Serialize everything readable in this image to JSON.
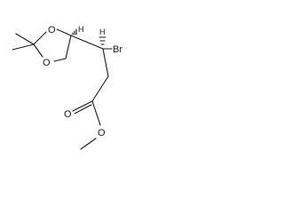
{
  "structure": {
    "atoms": {
      "ring_o_top": "O",
      "ring_o_bottom": "O",
      "stereo_h_ring": "H",
      "stereo_h_chain": "H",
      "bromine": "Br",
      "carbonyl_o": "O",
      "ester_o": "O"
    }
  }
}
